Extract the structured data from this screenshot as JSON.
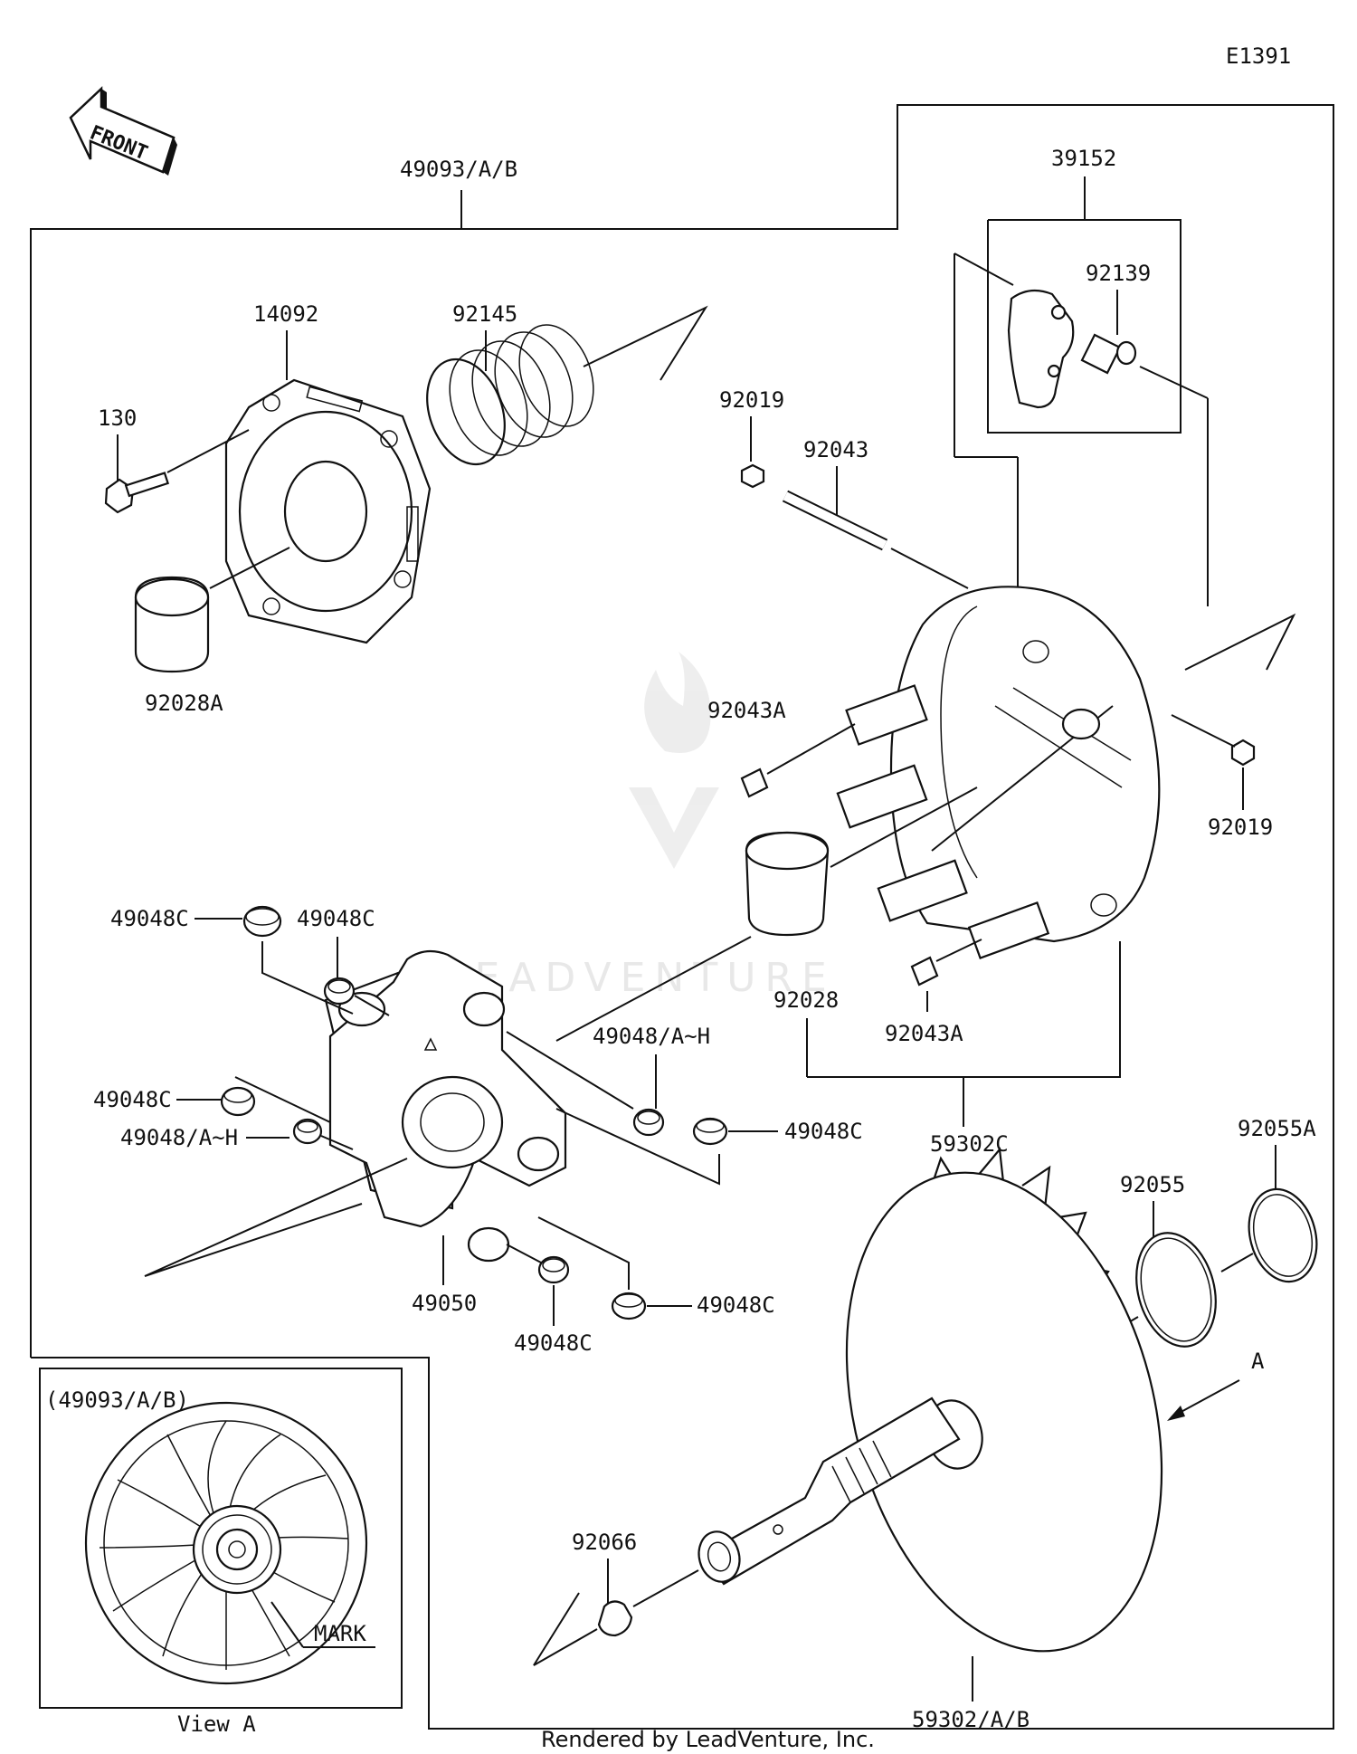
{
  "diagram_code": "E1391",
  "front_label": "FRONT",
  "footer": "Rendered by LeadVenture, Inc.",
  "watermark": "LEADVENTURE",
  "inset": {
    "title": "(49093/A/B)",
    "view_caption": "View A",
    "mark_label": "MARK"
  },
  "view_arrow_label": "A",
  "parts": {
    "p49093": "49093/A/B",
    "p39152": "39152",
    "p92139": "92139",
    "p14092": "14092",
    "p92145": "92145",
    "p130": "130",
    "p92028A": "92028A",
    "p92019_top": "92019",
    "p92043": "92043",
    "p92043A_top": "92043A",
    "p92019_right": "92019",
    "p49048C_a": "49048C",
    "p49048C_b": "49048C",
    "p92028": "92028",
    "p92043A_bot": "92043A",
    "p49048AH_a": "49048/A~H",
    "p49048C_c": "49048C",
    "p49048AH_b": "49048/A~H",
    "p49048C_d": "49048C",
    "p59302C": "59302C",
    "p92055A": "92055A",
    "p92055": "92055",
    "p49050": "49050",
    "p49048C_e": "49048C",
    "p49048C_f": "49048C",
    "p92066": "92066",
    "p59302AB": "59302/A/B"
  }
}
